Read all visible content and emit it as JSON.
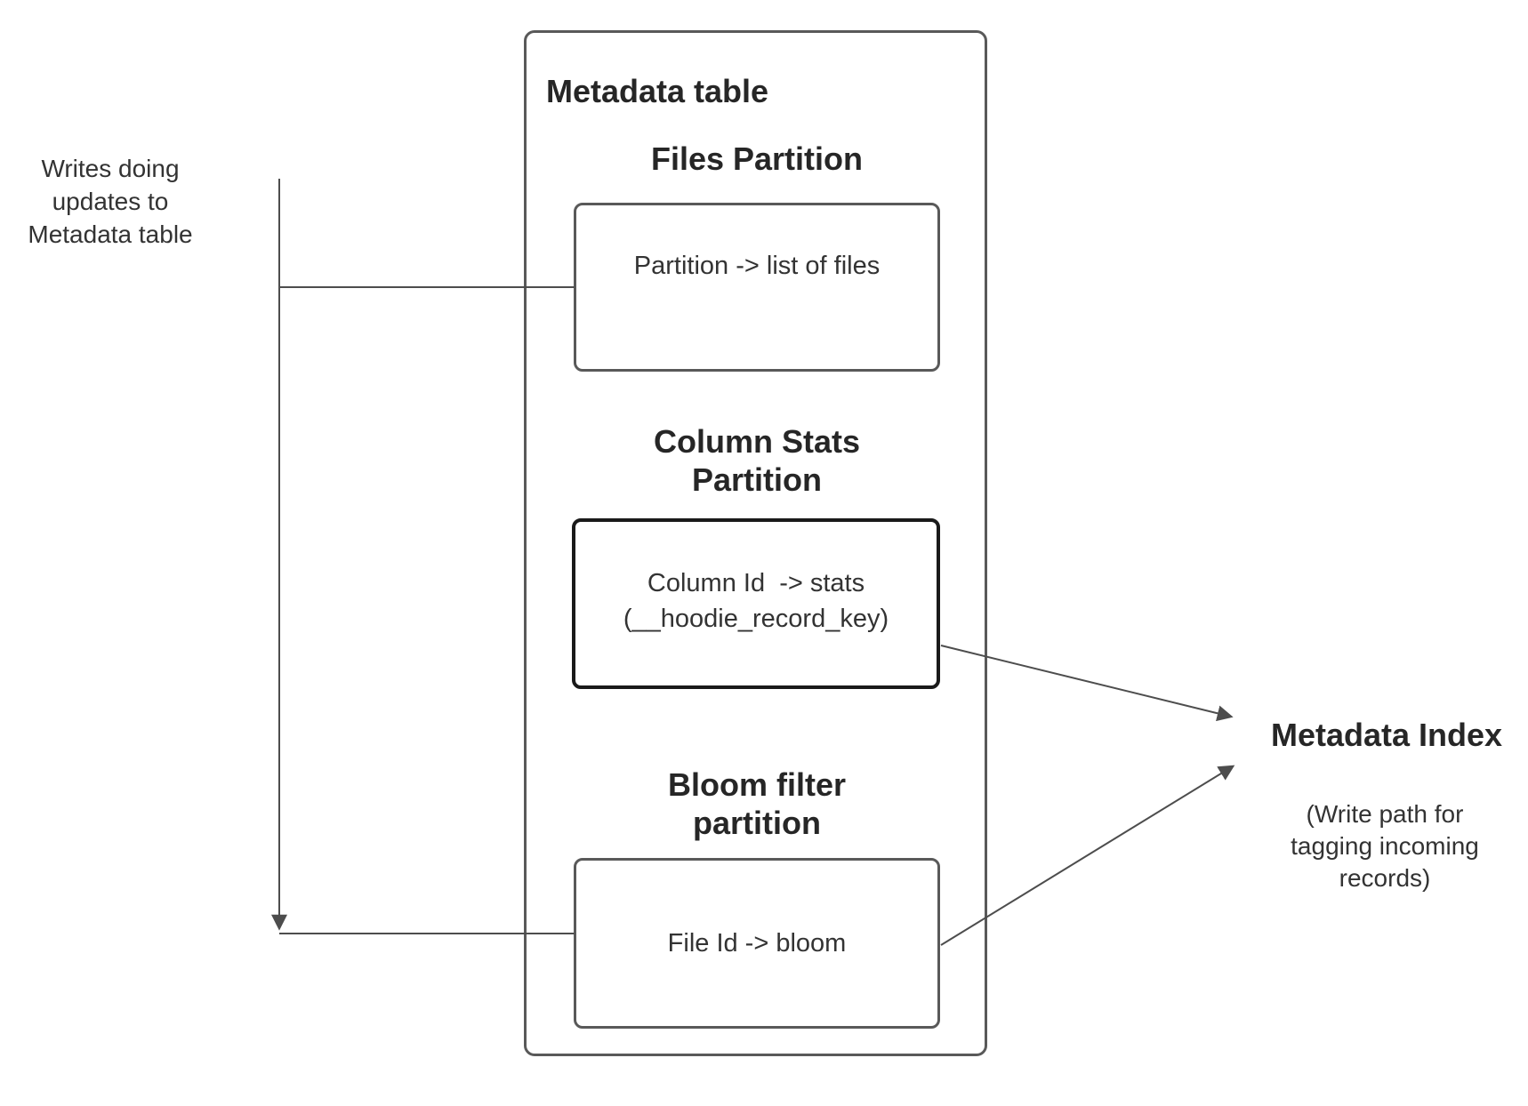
{
  "colors": {
    "background": "#ffffff",
    "border_gray": "#595959",
    "border_dark": "#1a1a1a",
    "heading_text": "#262626",
    "text": "#333333",
    "line": "#4d4d4d"
  },
  "left_note": {
    "lines": [
      "Writes doing",
      "updates to",
      "Metadata table"
    ]
  },
  "metadata_table": {
    "title": "Metadata table",
    "files_partition": {
      "heading": "Files Partition",
      "label": "Partition -> list of files"
    },
    "column_stats_partition": {
      "heading_lines": [
        "Column Stats",
        "Partition"
      ],
      "label_lines": [
        "Column Id  -> stats",
        "(__hoodie_record_key)"
      ]
    },
    "bloom_filter_partition": {
      "heading_lines": [
        "Bloom filter",
        "partition"
      ],
      "label": "File Id -> bloom"
    }
  },
  "metadata_index": {
    "title": "Metadata Index",
    "note_lines": [
      "(Write path for",
      "tagging incoming",
      "records)"
    ]
  }
}
